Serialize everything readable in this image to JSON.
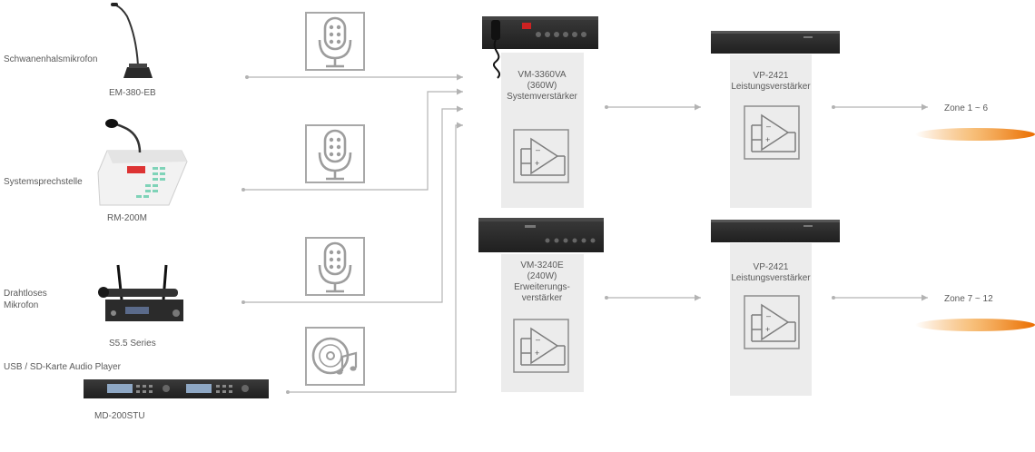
{
  "sources": [
    {
      "label": "Schwanenhalsmikrofon",
      "model": "EM-380-EB",
      "icon": "microphone-icon"
    },
    {
      "label": "Systemsprechstelle",
      "model": "RM-200M",
      "icon": "microphone-icon"
    },
    {
      "label_line1": "Drahtloses",
      "label_line2": "Mikrofon",
      "model": "S5.5 Series",
      "icon": "microphone-icon"
    },
    {
      "label": "USB / SD-Karte Audio Player",
      "model": "MD-200STU",
      "icon": "music-disc-icon"
    }
  ],
  "amplifiers": [
    {
      "model": "VM-3360VA",
      "power": "(360W)",
      "type_line1": "Systemverstärker"
    },
    {
      "model": "VM-3240E",
      "power": "(240W)",
      "type_line1": "Erweiterungs-",
      "type_line2": "verstärker"
    }
  ],
  "power_amplifiers": [
    {
      "model": "VP-2421",
      "type": "Leistungsverstärker",
      "output": "Zone 1 ~ 6"
    },
    {
      "model": "VP-2421",
      "type": "Leistungsverstärker",
      "output": "Zone 7 ~ 12"
    }
  ],
  "colors": {
    "line": "#b3b3b3",
    "panel": "#ececec",
    "icon": "#9d9d9d",
    "zone_accent": "#ef7d00",
    "device": "#2c2c2c"
  }
}
